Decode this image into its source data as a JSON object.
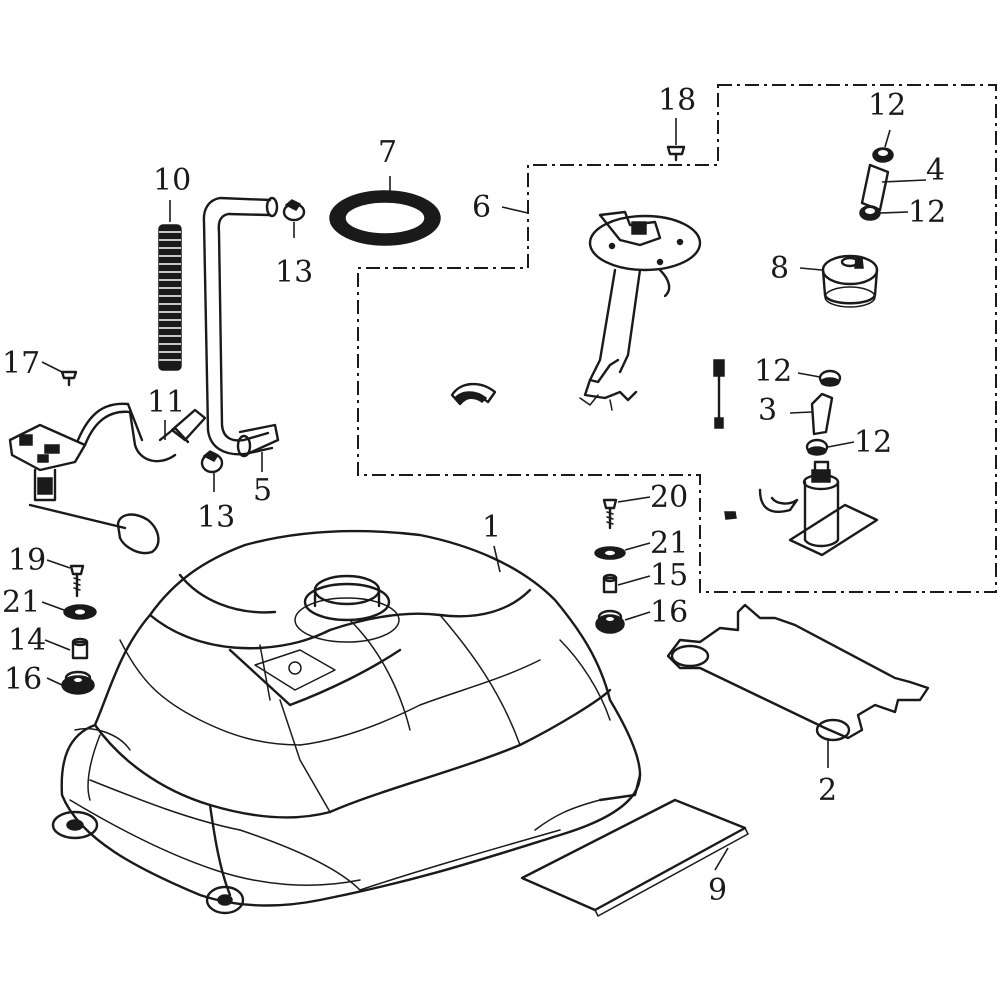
{
  "callouts": {
    "c1": "1",
    "c2": "2",
    "c3": "3",
    "c4": "4",
    "c5": "5",
    "c6": "6",
    "c7": "7",
    "c8": "8",
    "c9": "9",
    "c10": "10",
    "c11": "11",
    "c12a": "12",
    "c12b": "12",
    "c12c": "12",
    "c12d": "12",
    "c13a": "13",
    "c13b": "13",
    "c14": "14",
    "c15": "15",
    "c16a": "16",
    "c16b": "16",
    "c17": "17",
    "c18": "18",
    "c19": "19",
    "c20": "20",
    "c21a": "21",
    "c21b": "21"
  }
}
